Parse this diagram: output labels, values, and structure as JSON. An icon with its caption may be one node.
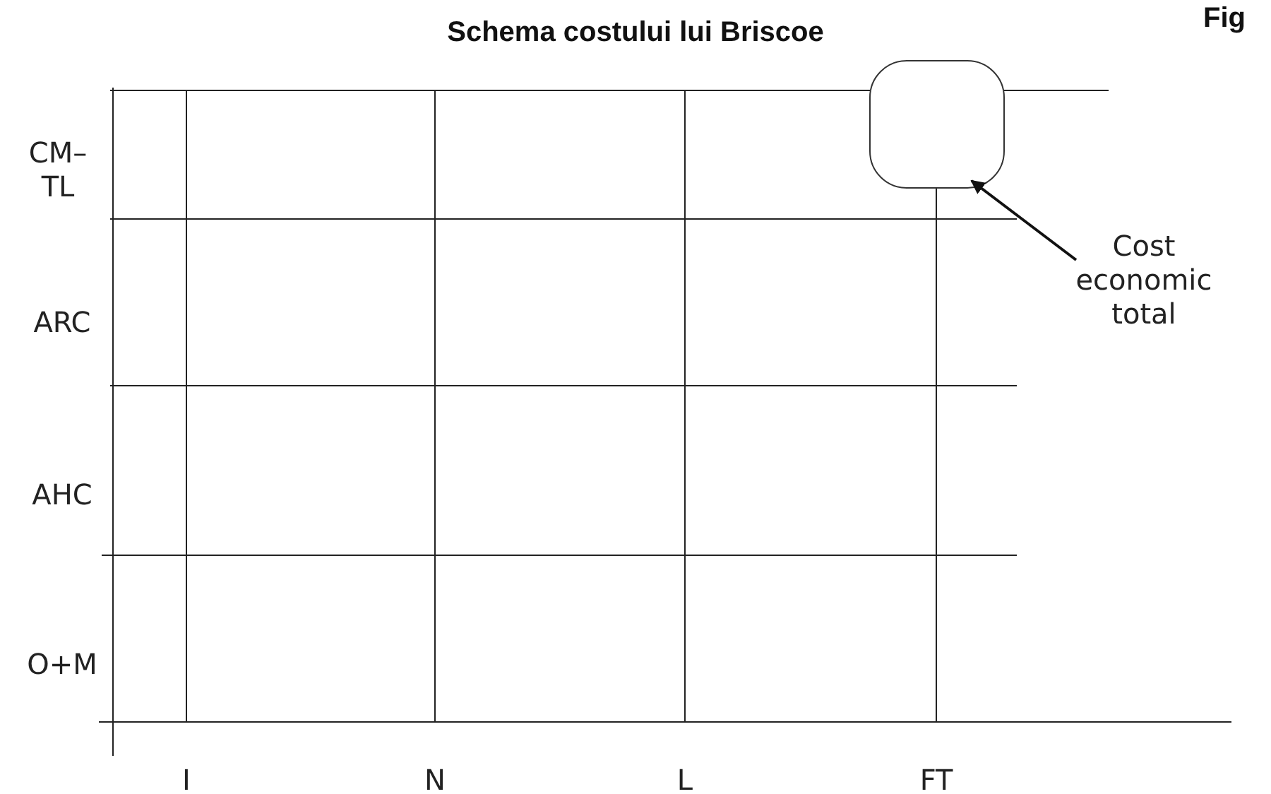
{
  "diagram": {
    "title": "Schema costului lui Briscoe",
    "nodes": [
      {
        "text": [],
        "shape": "box"
      },
      {
        "text": [
          "Cost economic total"
        ]
      }
    ],
    "edges": [
      {
        "from": 1,
        "to": 0,
        "arrow": "to"
      }
    ],
    "labels": [
      "Fig",
      "CM– TL",
      "ARC",
      "AHC",
      "O+M",
      "I",
      "N",
      "L",
      "FT"
    ]
  }
}
